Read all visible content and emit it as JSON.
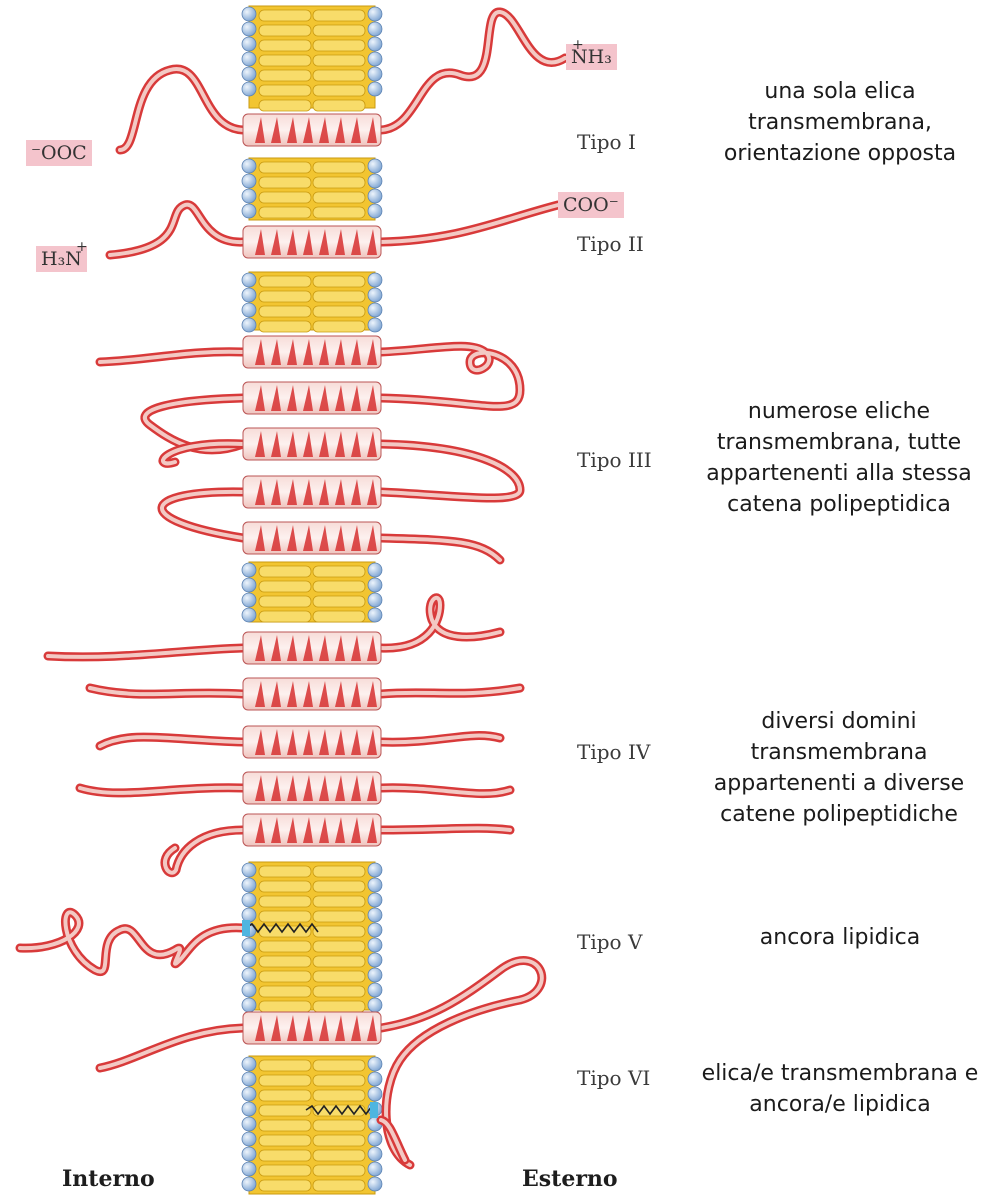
{
  "types": [
    {
      "label": "Tipo  I",
      "desc": [
        "una sola elica",
        "transmembrana,",
        "orientazione opposta"
      ]
    },
    {
      "label": "Tipo II",
      "desc": []
    },
    {
      "label": "Tipo III",
      "desc": [
        "numerose eliche",
        "transmembrana, tutte",
        "appartenenti alla stessa",
        "catena polipeptidica"
      ]
    },
    {
      "label": "Tipo IV",
      "desc": [
        "diversi domini",
        "transmembrana",
        "appartenenti a diverse",
        "catene polipeptidiche"
      ]
    },
    {
      "label": "Tipo  V",
      "desc": [
        "ancora lipidica"
      ]
    },
    {
      "label": "Tipo  VI",
      "desc": [
        "elica/e transmembrana e",
        "ancora/e lipidica"
      ]
    }
  ],
  "termini": {
    "nh3_type1": "NH₃",
    "nh3_charge": "+",
    "cooh_type1": "⁻OOC",
    "coo_type2": "COO⁻",
    "h3n_type2": "H₃N",
    "h3n_charge": "+"
  },
  "sides": {
    "inside": "Interno",
    "outside": "Esterno"
  },
  "colors": {
    "membrane_yellow": "#f2c531",
    "lipid_head_blue": "#8fb4dc",
    "chain_red": "#d83a3a",
    "chain_light": "#f3c9c4",
    "label_bg": "#f4c4cc",
    "anchor_cyan": "#4fb5e0"
  }
}
